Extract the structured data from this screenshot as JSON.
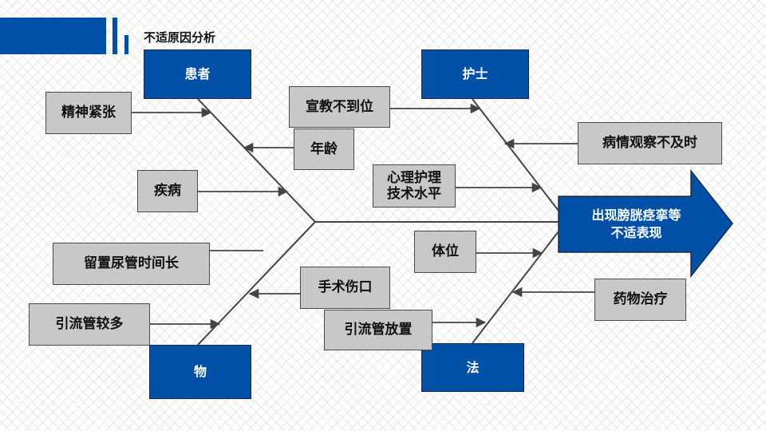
{
  "title": "不适原因分析",
  "head": {
    "line1": "出现膀胱痉挛等",
    "line2": "不适表现"
  },
  "categories": {
    "patient": "患者",
    "nurse": "护士",
    "material": "物",
    "method": "法"
  },
  "causes": {
    "nervous": "精神紧张",
    "education": "宣教不到位",
    "age": "年龄",
    "illness": "疾病",
    "catheter_time": "留置尿管时间长",
    "many_drains": "引流管较多",
    "observation": "病情观察不及时",
    "psych_line1": "心理护理",
    "psych_line2": "技术水平",
    "position": "体位",
    "wound": "手术伤口",
    "drain_place": "引流管放置",
    "medication": "药物治疗"
  },
  "colors": {
    "accent": "#0050a8",
    "cause_fill": "#c8c8c8",
    "line": "#444444"
  }
}
